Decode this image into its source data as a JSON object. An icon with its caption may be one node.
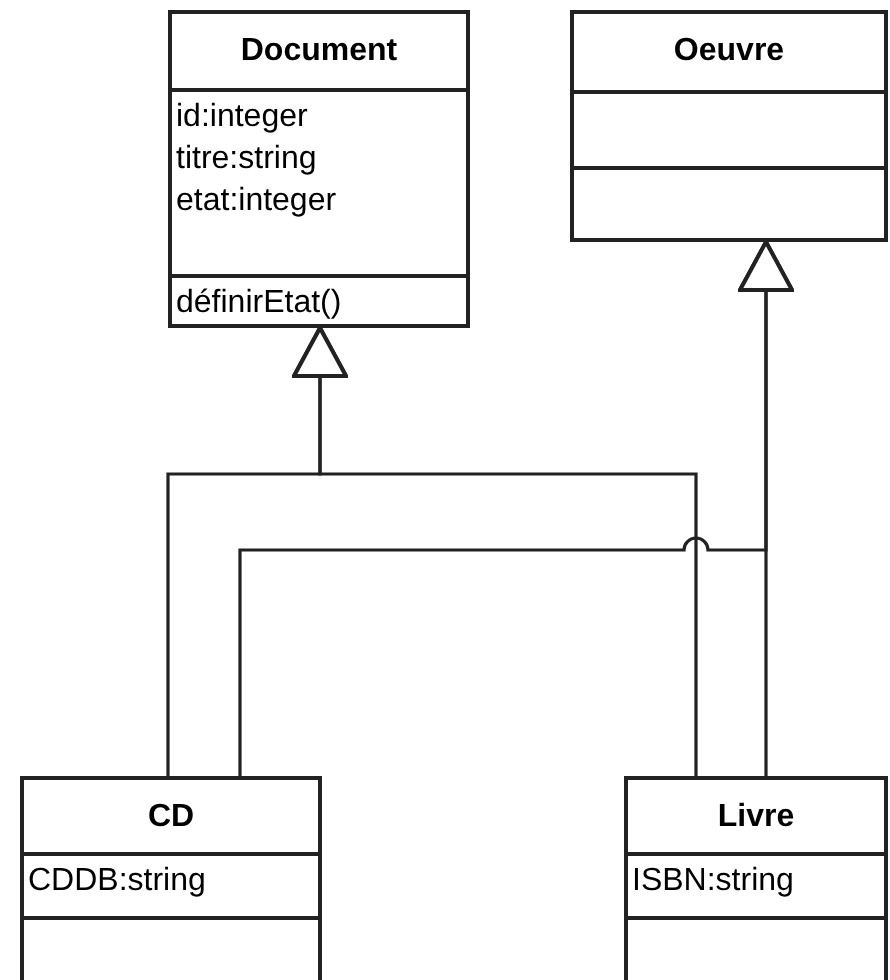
{
  "diagram": {
    "nodes": [
      {
        "text": [
          "Document",
          "id:integer",
          "titre:string",
          "etat:integer",
          "définirEtat()"
        ]
      },
      {
        "text": [
          "Oeuvre"
        ]
      },
      {
        "text": [
          "CD",
          "CDDB:string"
        ]
      },
      {
        "text": [
          "Livre",
          "ISBN:string"
        ]
      }
    ],
    "edges": [
      {
        "from": 2,
        "to": 0,
        "arrow": "to"
      },
      {
        "from": 3,
        "to": 0,
        "arrow": "to"
      },
      {
        "from": 2,
        "to": 1,
        "arrow": "to"
      },
      {
        "from": 3,
        "to": 1,
        "arrow": "to"
      }
    ]
  }
}
